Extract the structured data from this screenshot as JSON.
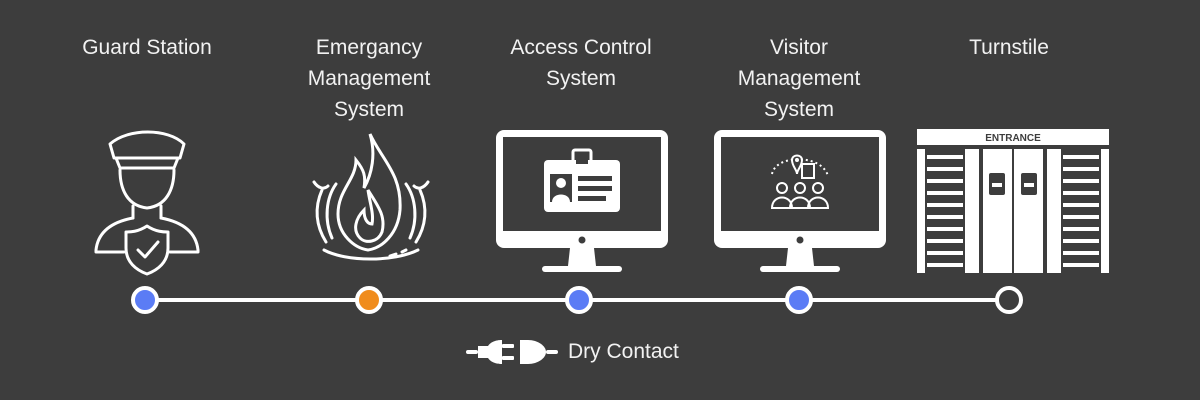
{
  "nodes": [
    {
      "title": "Guard Station",
      "dot_color": "#5b7cf5",
      "icon": "guard-icon"
    },
    {
      "title": "Emergancy Management System",
      "dot_color": "#f08c1c",
      "icon": "flame-icon"
    },
    {
      "title": "Access Control System",
      "dot_color": "#5b7cf5",
      "icon": "id-card-monitor-icon"
    },
    {
      "title": "Visitor Management System",
      "dot_color": "#5b7cf5",
      "icon": "visitor-monitor-icon"
    },
    {
      "title": "Turnstile",
      "dot_color": "#3d3d3d",
      "icon": "turnstile-icon"
    }
  ],
  "turnstile_sign": "ENTRANCE",
  "legend": {
    "label": "Dry Contact",
    "icon": "plug-connector-icon"
  }
}
